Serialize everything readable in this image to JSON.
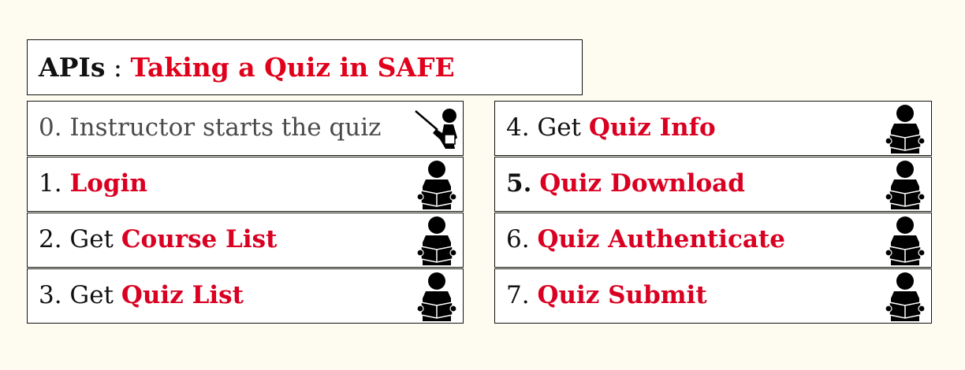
{
  "title": {
    "lead": "APIs",
    "separator": " : ",
    "accent": "Taking a Quiz in SAFE"
  },
  "accent_color": "#e0001b",
  "left_steps": [
    {
      "num": "0.",
      "plain": " Instructor starts the quiz",
      "highlight": "",
      "icon": "teacher-icon"
    },
    {
      "num": "1.",
      "plain": " ",
      "highlight": "Login",
      "icon": "student-reading-icon"
    },
    {
      "num": "2.",
      "plain": " Get ",
      "highlight": "Course List",
      "icon": "student-reading-icon"
    },
    {
      "num": "3.",
      "plain": " Get ",
      "highlight": "Quiz List",
      "icon": "student-reading-icon"
    }
  ],
  "right_steps": [
    {
      "num": "4.",
      "plain": " Get ",
      "highlight": "Quiz Info",
      "icon": "student-reading-icon"
    },
    {
      "num": "5.",
      "plain": " ",
      "highlight": "Quiz Download",
      "icon": "student-reading-icon"
    },
    {
      "num": "6.",
      "plain": " ",
      "highlight": "Quiz Authenticate",
      "icon": "student-reading-icon"
    },
    {
      "num": "7.",
      "plain": " ",
      "highlight": "Quiz Submit",
      "icon": "student-reading-icon"
    }
  ]
}
